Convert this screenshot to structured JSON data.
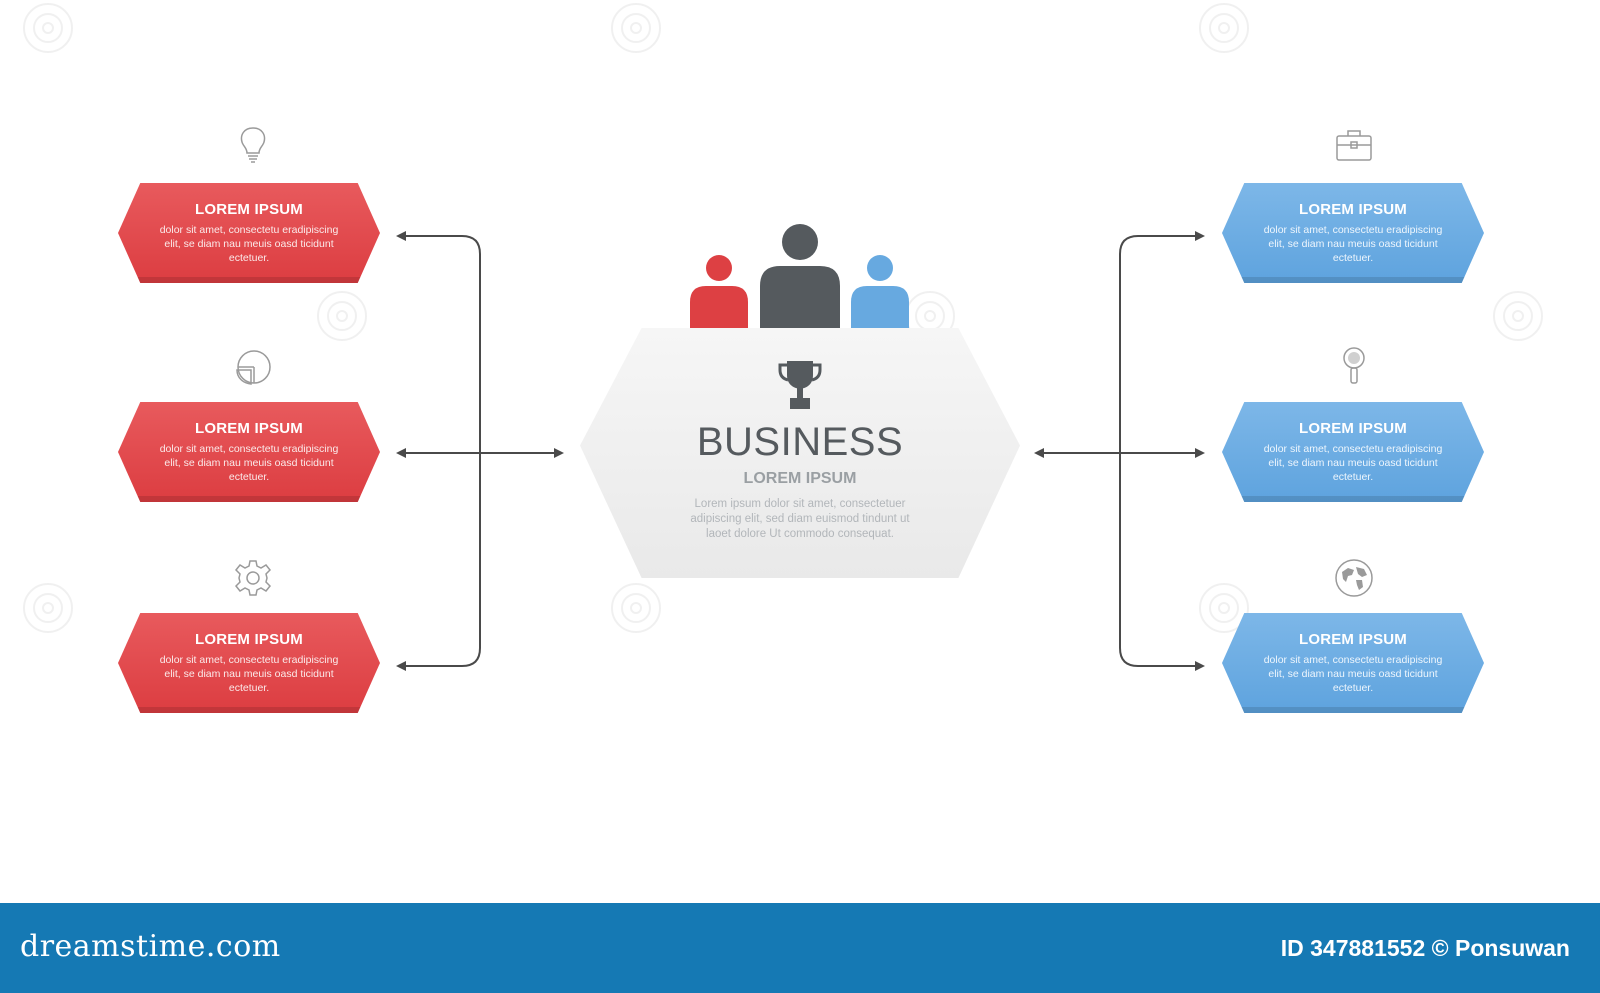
{
  "center": {
    "title": "BUSINESS",
    "subtitle": "LOREM IPSUM",
    "body": "Lorem ipsum dolor sit amet, consectetuer adipiscing elit, sed diam euismod tindunt ut laoet dolore Ut commodo consequat."
  },
  "left_items": [
    {
      "title": "LOREM IPSUM",
      "body": "dolor sit amet, consectetu eradipiscing elit, se diam nau meuis oasd ticidunt ectetuer.",
      "icon": "lightbulb-icon"
    },
    {
      "title": "LOREM IPSUM",
      "body": "dolor sit amet, consectetu eradipiscing elit, se diam nau meuis oasd ticidunt ectetuer.",
      "icon": "pie-chart-icon"
    },
    {
      "title": "LOREM IPSUM",
      "body": "dolor sit amet, consectetu eradipiscing elit, se diam nau meuis oasd ticidunt ectetuer.",
      "icon": "gear-icon"
    }
  ],
  "right_items": [
    {
      "title": "LOREM IPSUM",
      "body": "dolor sit amet, consectetu eradipiscing elit, se diam nau meuis oasd ticidunt ectetuer.",
      "icon": "briefcase-icon"
    },
    {
      "title": "LOREM IPSUM",
      "body": "dolor sit amet, consectetu eradipiscing elit, se diam nau meuis oasd ticidunt ectetuer.",
      "icon": "magnifier-icon"
    },
    {
      "title": "LOREM IPSUM",
      "body": "dolor sit amet, consectetu eradipiscing elit, se diam nau meuis oasd ticidunt ectetuer.",
      "icon": "globe-icon"
    }
  ],
  "colors": {
    "left_accent": "#dd4043",
    "right_accent": "#67a9e0",
    "center_person": "#555a5e",
    "connector": "#4a4a4a",
    "footer": "#1579b4"
  },
  "footer": {
    "brand": "dreamstime.com",
    "image_id": "ID 347881552 © Ponsuwan"
  }
}
